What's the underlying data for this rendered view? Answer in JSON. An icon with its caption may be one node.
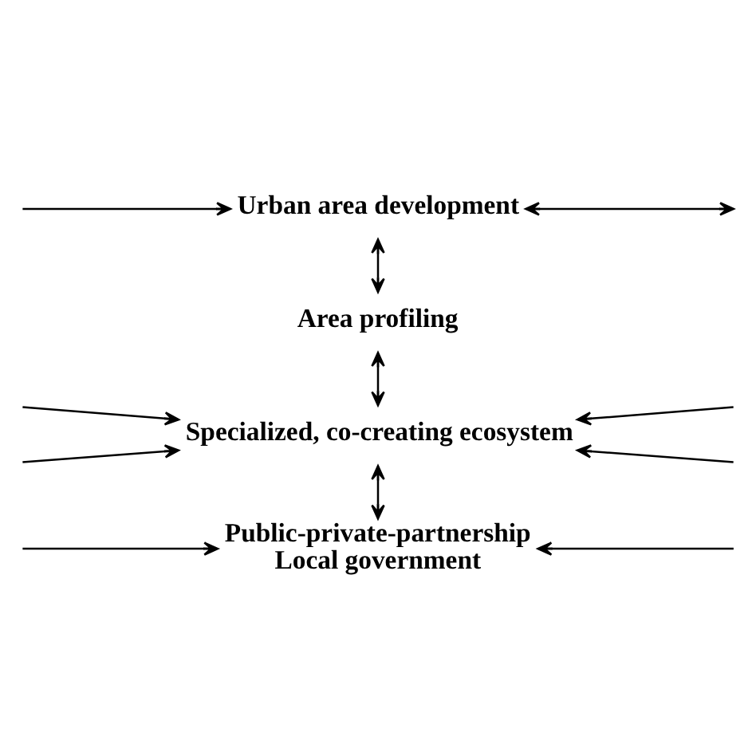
{
  "diagram": {
    "nodes": [
      {
        "text": [
          "Urban area development"
        ]
      },
      {
        "text": [
          "Area profiling"
        ]
      },
      {
        "text": [
          "Specialized, co-creating ecosystem"
        ]
      },
      {
        "text": [
          "Public-private-partnership",
          "Local government"
        ]
      }
    ],
    "edges": [
      {
        "from": 0,
        "to": 1,
        "arrow": "both"
      },
      {
        "from": 1,
        "to": 2,
        "arrow": "both"
      },
      {
        "from": 2,
        "to": 3,
        "arrow": "both"
      },
      {
        "from": null,
        "to": 0,
        "arrow": "to"
      },
      {
        "from": null,
        "to": 2,
        "arrow": "to"
      },
      {
        "from": null,
        "to": 2,
        "arrow": "to"
      },
      {
        "from": null,
        "to": 3,
        "arrow": "to"
      },
      {
        "from": 0,
        "to": null,
        "arrow": "both"
      },
      {
        "from": null,
        "to": 2,
        "arrow": "to"
      },
      {
        "from": null,
        "to": 2,
        "arrow": "to"
      },
      {
        "from": null,
        "to": 3,
        "arrow": "to"
      }
    ]
  }
}
